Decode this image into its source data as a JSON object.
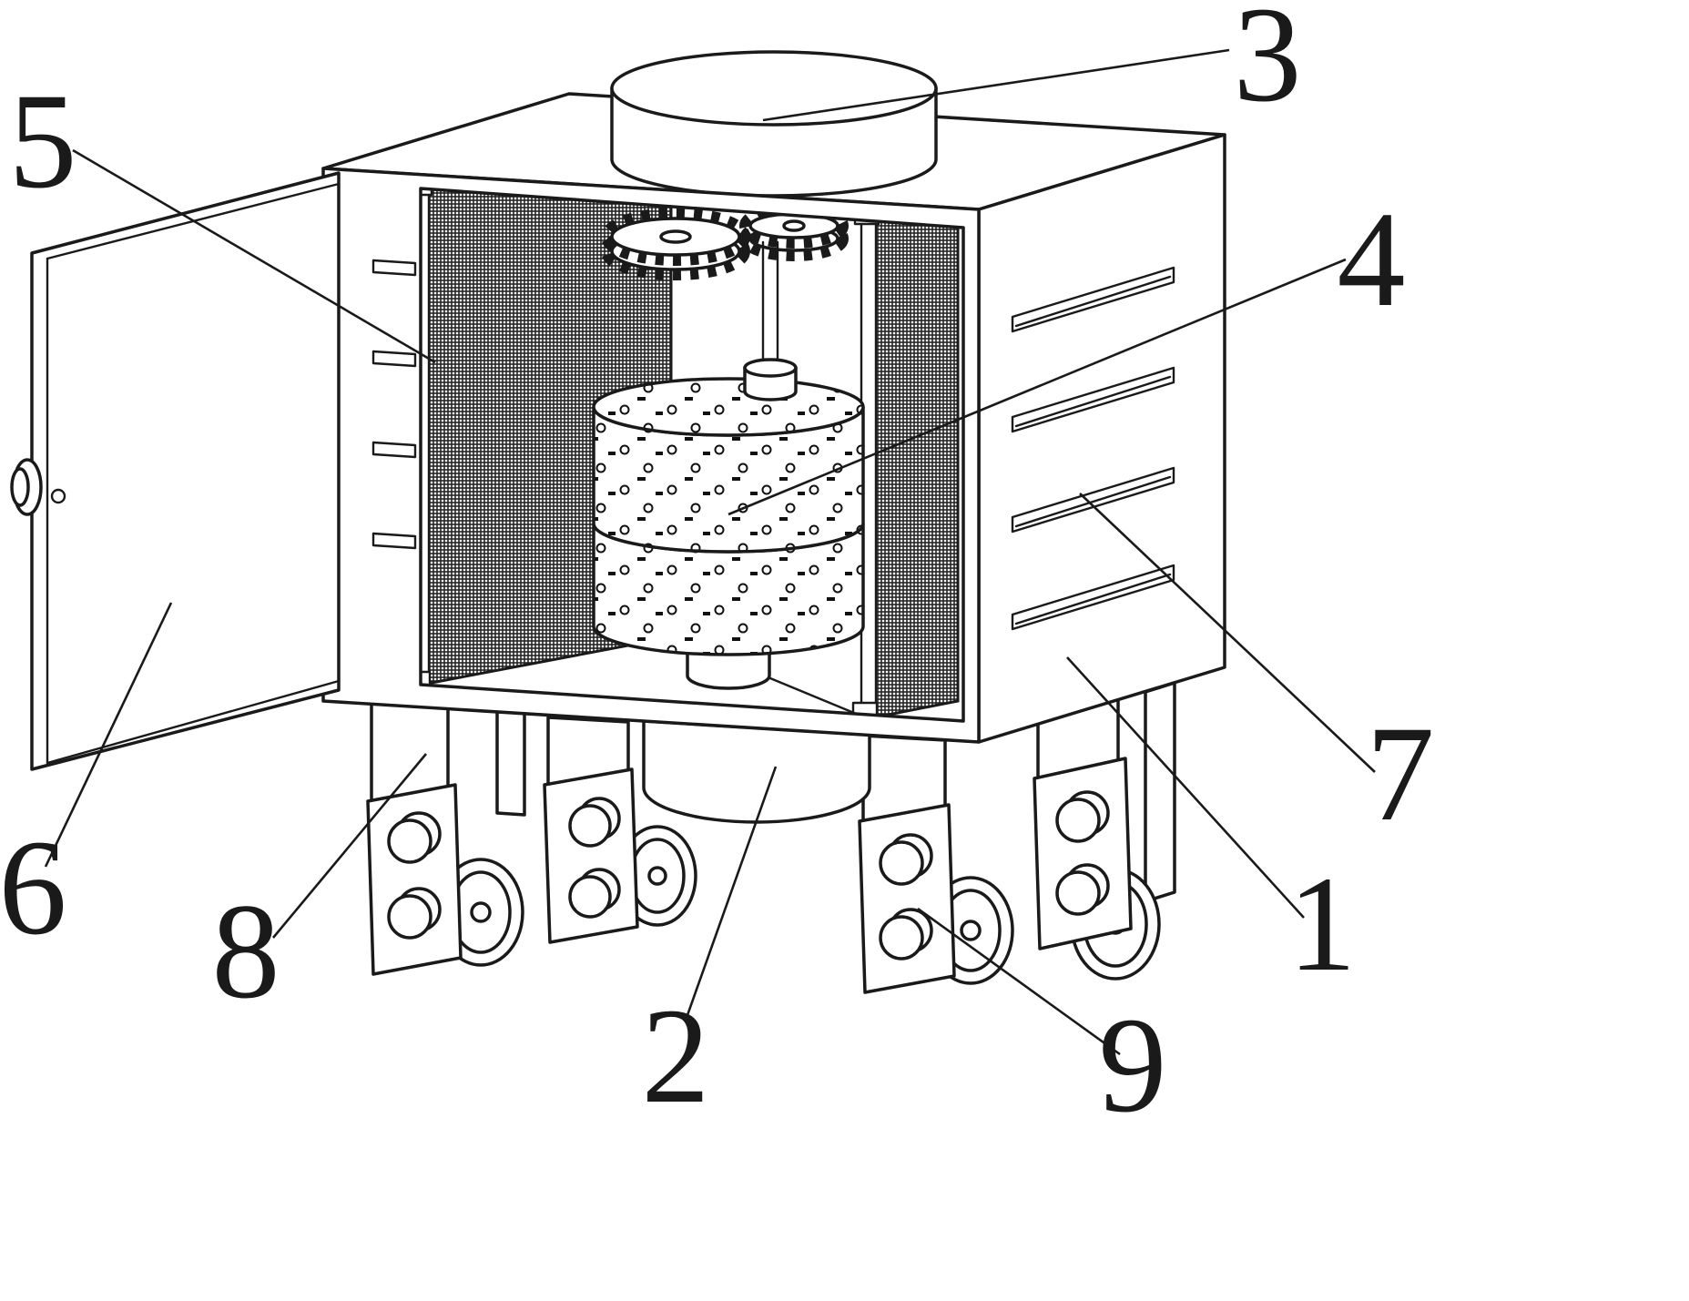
{
  "figure": {
    "colors": {
      "line": "#1a1a1a",
      "background": "#ffffff"
    }
  },
  "labels": [
    {
      "text": "1"
    },
    {
      "text": "2"
    },
    {
      "text": "3"
    },
    {
      "text": "4"
    },
    {
      "text": "5"
    },
    {
      "text": "6"
    },
    {
      "text": "7"
    },
    {
      "text": "8"
    },
    {
      "text": "9"
    }
  ]
}
